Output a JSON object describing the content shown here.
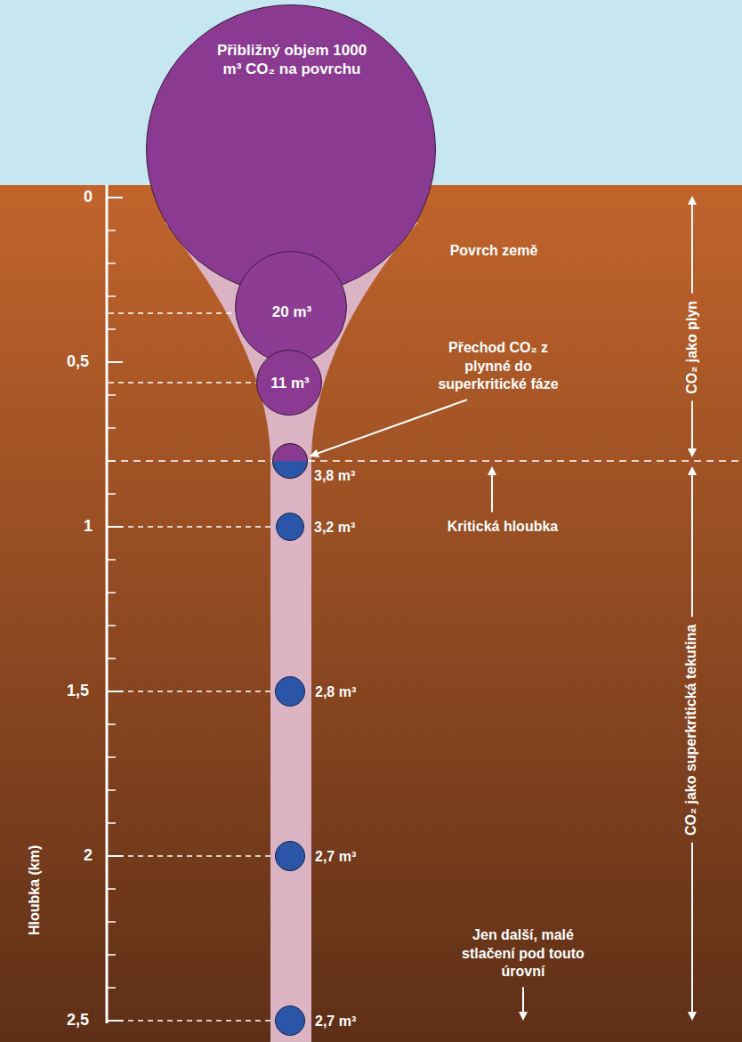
{
  "diagram": {
    "nodes": [
      {
        "text": [
          "Přibližný objem 1000 m³ CO₂ na povrchu"
        ]
      },
      {
        "text": [
          "20 m³"
        ]
      },
      {
        "text": [
          "11 m³"
        ]
      },
      {
        "text": [
          "3,8 m³"
        ]
      },
      {
        "text": [
          "3,2 m³"
        ]
      },
      {
        "text": [
          "2,8 m³"
        ]
      },
      {
        "text": [
          "2,7 m³"
        ]
      },
      {
        "text": [
          "2,7 m³"
        ]
      }
    ],
    "labels": [
      "0",
      "0,5",
      "1",
      "1,5",
      "2",
      "2,5",
      "Hloubka (km)",
      "Povrch země",
      "Přechod CO₂ z plynné do superkritické fáze",
      "Kritická hloubka",
      "Jen další, malé stlačení pod touto úrovní",
      "CO₂ jako plyn",
      "CO₂ jako superkritická tekutina"
    ]
  }
}
